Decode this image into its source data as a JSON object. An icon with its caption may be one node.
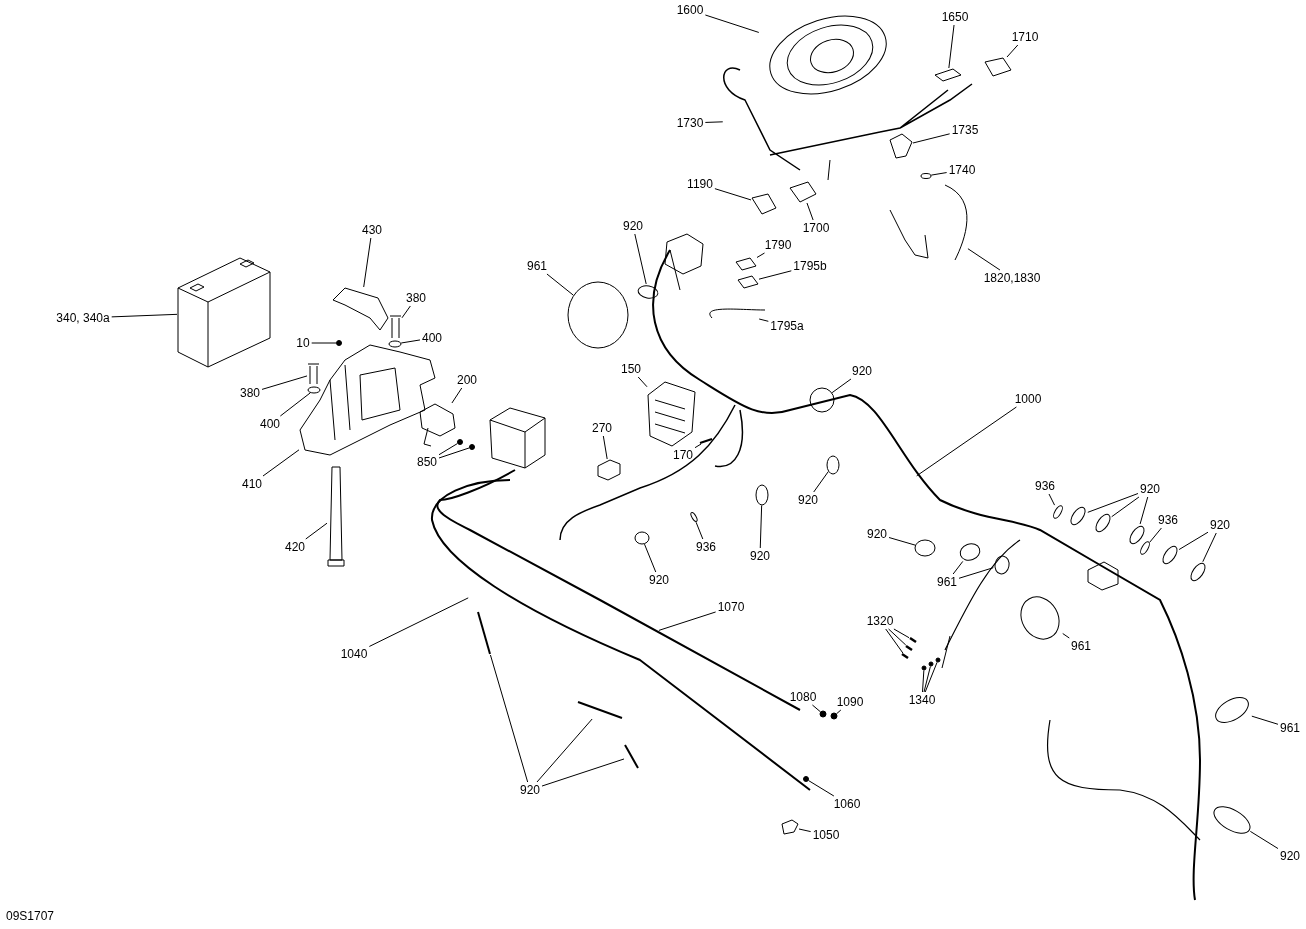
{
  "diagram": {
    "nodes": [
      {
        "text": [
          "1600"
        ]
      },
      {
        "text": [
          "1650"
        ]
      },
      {
        "text": [
          "1710"
        ]
      },
      {
        "text": [
          "1730"
        ]
      },
      {
        "text": [
          "1735"
        ]
      },
      {
        "text": [
          "1740"
        ]
      },
      {
        "text": [
          "1190"
        ]
      },
      {
        "text": [
          "1700"
        ]
      },
      {
        "text": [
          "1790"
        ]
      },
      {
        "text": [
          "1795b"
        ]
      },
      {
        "text": [
          "1795a"
        ]
      },
      {
        "text": [
          "1820,1830"
        ]
      },
      {
        "text": [
          "920"
        ]
      },
      {
        "text": [
          "961"
        ]
      },
      {
        "text": [
          "430"
        ]
      },
      {
        "text": [
          "340, 340a"
        ]
      },
      {
        "text": [
          "380"
        ]
      },
      {
        "text": [
          "400"
        ]
      },
      {
        "text": [
          "10"
        ]
      },
      {
        "text": [
          "380"
        ]
      },
      {
        "text": [
          "400"
        ]
      },
      {
        "text": [
          "200"
        ]
      },
      {
        "text": [
          "850"
        ]
      },
      {
        "text": [
          "410"
        ]
      },
      {
        "text": [
          "420"
        ]
      },
      {
        "text": [
          "150"
        ]
      },
      {
        "text": [
          "270"
        ]
      },
      {
        "text": [
          "170"
        ]
      },
      {
        "text": [
          "920"
        ]
      },
      {
        "text": [
          "1000"
        ]
      },
      {
        "text": [
          "936"
        ]
      },
      {
        "text": [
          "920"
        ]
      },
      {
        "text": [
          "936"
        ]
      },
      {
        "text": [
          "920"
        ]
      },
      {
        "text": [
          "920"
        ]
      },
      {
        "text": [
          "961"
        ]
      },
      {
        "text": [
          "920"
        ]
      },
      {
        "text": [
          "936"
        ]
      },
      {
        "text": [
          "920"
        ]
      },
      {
        "text": [
          "920"
        ]
      },
      {
        "text": [
          "1320"
        ]
      },
      {
        "text": [
          "961"
        ]
      },
      {
        "text": [
          "1340"
        ]
      },
      {
        "text": [
          "961"
        ]
      },
      {
        "text": [
          "1070"
        ]
      },
      {
        "text": [
          "1040"
        ]
      },
      {
        "text": [
          "1080"
        ]
      },
      {
        "text": [
          "1090"
        ]
      },
      {
        "text": [
          "920"
        ]
      },
      {
        "text": [
          "1060"
        ]
      },
      {
        "text": [
          "1050"
        ]
      },
      {
        "text": [
          "920"
        ]
      },
      {
        "text": [],
        "shape": "picture"
      },
      {
        "text": [],
        "shape": "picture"
      },
      {
        "text": [],
        "shape": "picture"
      },
      {
        "text": [],
        "shape": "picture"
      },
      {
        "text": [],
        "shape": "picture"
      },
      {
        "text": [],
        "shape": "circle"
      },
      {
        "text": [],
        "shape": "picture"
      },
      {
        "text": [],
        "shape": "picture"
      },
      {
        "text": [],
        "shape": "picture"
      },
      {
        "text": [],
        "shape": "picture"
      },
      {
        "text": [],
        "shape": "picture"
      },
      {
        "text": [],
        "shape": "picture"
      },
      {
        "text": [],
        "shape": "circle"
      },
      {
        "text": [],
        "shape": "circle"
      },
      {
        "text": [],
        "shape": "picture"
      },
      {
        "text": [],
        "shape": "picture"
      },
      {
        "text": [],
        "shape": "picture"
      },
      {
        "text": [],
        "shape": "circle"
      },
      {
        "text": [],
        "shape": "circle"
      },
      {
        "text": [],
        "shape": "picture"
      },
      {
        "text": [],
        "shape": "circle"
      },
      {
        "text": [],
        "shape": "picture"
      },
      {
        "text": [],
        "shape": "circle"
      },
      {
        "text": [],
        "shape": "circle"
      },
      {
        "text": [],
        "shape": "picture"
      },
      {
        "text": [],
        "shape": "picture"
      },
      {
        "text": [],
        "shape": "picture"
      },
      {
        "text": [],
        "shape": "picture"
      },
      {
        "text": [],
        "shape": "picture"
      },
      {
        "text": [],
        "shape": "circle"
      },
      {
        "text": [],
        "shape": "circle"
      },
      {
        "text": [],
        "shape": "circle"
      },
      {
        "text": [],
        "shape": "circle"
      },
      {
        "text": [],
        "shape": "circle"
      },
      {
        "text": [],
        "shape": "circle"
      },
      {
        "text": [],
        "shape": "circle"
      },
      {
        "text": [],
        "shape": "circle"
      },
      {
        "text": [],
        "shape": "circle"
      },
      {
        "text": [],
        "shape": "circle"
      },
      {
        "text": [],
        "shape": "circle"
      },
      {
        "text": [],
        "shape": "circle"
      },
      {
        "text": [],
        "shape": "circle"
      },
      {
        "text": [],
        "shape": "circle"
      },
      {
        "text": [],
        "shape": "circle"
      },
      {
        "text": [],
        "shape": "picture"
      },
      {
        "text": [],
        "shape": "picture"
      },
      {
        "text": [],
        "shape": "picture"
      },
      {
        "text": [],
        "shape": "circle"
      },
      {
        "text": [],
        "shape": "circle"
      },
      {
        "text": [],
        "shape": "circle"
      },
      {
        "text": [],
        "shape": "circle"
      },
      {
        "text": [],
        "shape": "circle"
      },
      {
        "text": [],
        "shape": "circle"
      },
      {
        "text": [],
        "shape": "circle"
      },
      {
        "text": [],
        "shape": "picture"
      },
      {
        "text": [],
        "shape": "picture"
      },
      {
        "text": [],
        "shape": "picture"
      },
      {
        "text": [],
        "shape": "circle"
      },
      {
        "text": [],
        "shape": "picture"
      },
      {
        "text": [],
        "shape": "circle"
      }
    ],
    "edges": [
      {
        "from": 0,
        "to": 52,
        "arrow": "none"
      },
      {
        "from": 1,
        "to": 53,
        "arrow": "none"
      },
      {
        "from": 2,
        "to": 54,
        "arrow": "none"
      },
      {
        "from": 3,
        "to": 55,
        "arrow": "none"
      },
      {
        "from": 4,
        "to": 56,
        "arrow": "none"
      },
      {
        "from": 5,
        "to": 57,
        "arrow": "none"
      },
      {
        "from": 6,
        "to": 58,
        "arrow": "none"
      },
      {
        "from": 7,
        "to": 59,
        "arrow": "none"
      },
      {
        "from": 8,
        "to": 60,
        "arrow": "none"
      },
      {
        "from": 9,
        "to": 61,
        "arrow": "none"
      },
      {
        "from": 10,
        "to": 62,
        "arrow": "none"
      },
      {
        "from": 11,
        "to": 63,
        "arrow": "none"
      },
      {
        "from": 12,
        "to": 64,
        "arrow": "none"
      },
      {
        "from": 13,
        "to": 65,
        "arrow": "none"
      },
      {
        "from": 14,
        "to": 66,
        "arrow": "none"
      },
      {
        "from": 15,
        "to": 67,
        "arrow": "none"
      },
      {
        "from": 16,
        "to": 68,
        "arrow": "none"
      },
      {
        "from": 17,
        "to": 69,
        "arrow": "none"
      },
      {
        "from": 18,
        "to": 70,
        "arrow": "none"
      },
      {
        "from": 19,
        "to": 71,
        "arrow": "none"
      },
      {
        "from": 20,
        "to": 72,
        "arrow": "none"
      },
      {
        "from": 21,
        "to": 73,
        "arrow": "none"
      },
      {
        "from": 22,
        "to": 74,
        "arrow": "none"
      },
      {
        "from": 22,
        "to": 75,
        "arrow": "none"
      },
      {
        "from": 23,
        "to": 76,
        "arrow": "none"
      },
      {
        "from": 24,
        "to": 77,
        "arrow": "none"
      },
      {
        "from": 25,
        "to": 78,
        "arrow": "none"
      },
      {
        "from": 26,
        "to": 79,
        "arrow": "none"
      },
      {
        "from": 27,
        "to": 80,
        "arrow": "none"
      },
      {
        "from": 28,
        "to": 81,
        "arrow": "none"
      },
      {
        "from": 29,
        "to": null,
        "arrow": "none"
      },
      {
        "from": 30,
        "to": 82,
        "arrow": "none"
      },
      {
        "from": 31,
        "to": 83,
        "arrow": "none"
      },
      {
        "from": 31,
        "to": 84,
        "arrow": "none"
      },
      {
        "from": 31,
        "to": 85,
        "arrow": "none"
      },
      {
        "from": 32,
        "to": 86,
        "arrow": "none"
      },
      {
        "from": 33,
        "to": 87,
        "arrow": "none"
      },
      {
        "from": 33,
        "to": 88,
        "arrow": "none"
      },
      {
        "from": 34,
        "to": 89,
        "arrow": "none"
      },
      {
        "from": 35,
        "to": 90,
        "arrow": "none"
      },
      {
        "from": 35,
        "to": 91,
        "arrow": "none"
      },
      {
        "from": 36,
        "to": 92,
        "arrow": "none"
      },
      {
        "from": 37,
        "to": 93,
        "arrow": "none"
      },
      {
        "from": 38,
        "to": 94,
        "arrow": "none"
      },
      {
        "from": 39,
        "to": 95,
        "arrow": "none"
      },
      {
        "from": 40,
        "to": 96,
        "arrow": "none"
      },
      {
        "from": 40,
        "to": 97,
        "arrow": "none"
      },
      {
        "from": 40,
        "to": 98,
        "arrow": "none"
      },
      {
        "from": 41,
        "to": 99,
        "arrow": "none"
      },
      {
        "from": 42,
        "to": 100,
        "arrow": "none"
      },
      {
        "from": 42,
        "to": 101,
        "arrow": "none"
      },
      {
        "from": 42,
        "to": 102,
        "arrow": "none"
      },
      {
        "from": 43,
        "to": 103,
        "arrow": "none"
      },
      {
        "from": 44,
        "to": null,
        "arrow": "none"
      },
      {
        "from": 45,
        "to": null,
        "arrow": "none"
      },
      {
        "from": 46,
        "to": 104,
        "arrow": "none"
      },
      {
        "from": 47,
        "to": 105,
        "arrow": "none"
      },
      {
        "from": 48,
        "to": 106,
        "arrow": "none"
      },
      {
        "from": 48,
        "to": 107,
        "arrow": "none"
      },
      {
        "from": 48,
        "to": 108,
        "arrow": "none"
      },
      {
        "from": 49,
        "to": 109,
        "arrow": "none"
      },
      {
        "from": 50,
        "to": 110,
        "arrow": "none"
      },
      {
        "from": 51,
        "to": 111,
        "arrow": "none"
      }
    ],
    "labels": [
      "09S1707"
    ]
  }
}
